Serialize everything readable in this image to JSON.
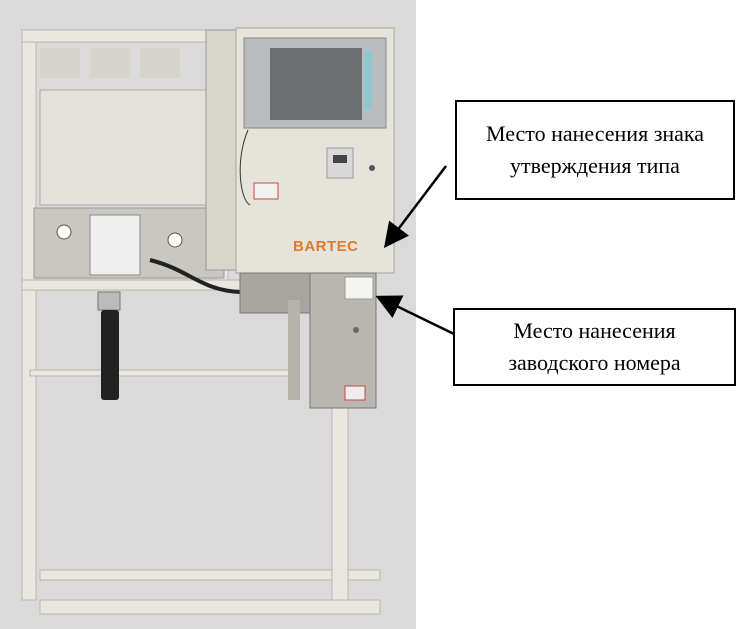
{
  "photo": {
    "brand_logo": "BARTEC"
  },
  "callouts": [
    {
      "lines": [
        "Место нанесения знака",
        "утверждения типа"
      ]
    },
    {
      "lines": [
        "Место нанесения",
        "заводского номера"
      ]
    }
  ],
  "colors": {
    "background": "#dadada",
    "cabinet": "#e6e3da",
    "brand": "#e07a2c"
  }
}
